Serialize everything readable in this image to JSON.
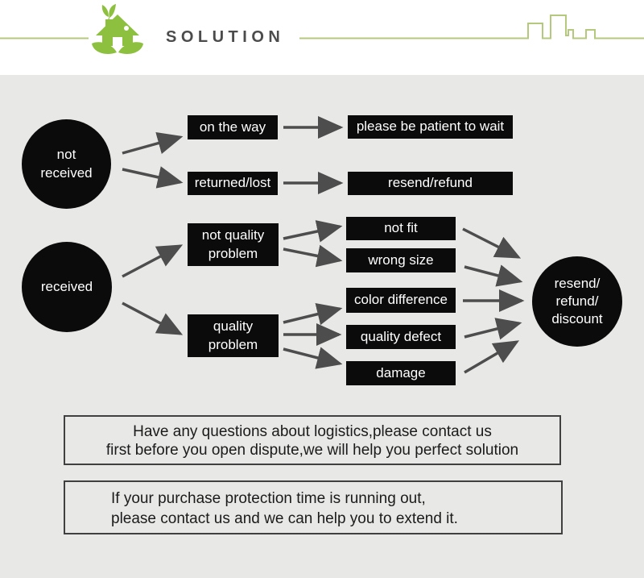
{
  "header": {
    "title": "SOLUTION",
    "logo": "eco-house-logo",
    "decoration": "city-skyline-line"
  },
  "colors": {
    "accent_green": "#8dc03e",
    "line_green": "#b4c97d",
    "canvas_bg": "#e8e8e6",
    "node_bg": "#0b0b0b",
    "node_text": "#ffffff",
    "arrow": "#4d4d4d",
    "title_text": "#4c4c4c",
    "note_border": "#404040"
  },
  "flowchart": {
    "nodes": {
      "not_received": "not\nreceived",
      "received": "received",
      "on_the_way": "on the way",
      "returned_lost": "returned/lost",
      "please_be_patient": "please be patient to wait",
      "resend_refund": "resend/refund",
      "not_quality_problem": "not quality\nproblem",
      "quality_problem": "quality\nproblem",
      "not_fit": "not fit",
      "wrong_size": "wrong size",
      "color_difference": "color difference",
      "quality_defect": "quality defect",
      "damage": "damage",
      "resend_refund_discount": "resend/\nrefund/\ndiscount"
    },
    "edges": [
      {
        "from": "not_received",
        "to": "on_the_way"
      },
      {
        "from": "not_received",
        "to": "returned_lost"
      },
      {
        "from": "on_the_way",
        "to": "please_be_patient"
      },
      {
        "from": "returned_lost",
        "to": "resend_refund"
      },
      {
        "from": "received",
        "to": "not_quality_problem"
      },
      {
        "from": "received",
        "to": "quality_problem"
      },
      {
        "from": "not_quality_problem",
        "to": "not_fit"
      },
      {
        "from": "not_quality_problem",
        "to": "wrong_size"
      },
      {
        "from": "quality_problem",
        "to": "color_difference"
      },
      {
        "from": "quality_problem",
        "to": "quality_defect"
      },
      {
        "from": "quality_problem",
        "to": "damage"
      },
      {
        "from": "not_fit",
        "to": "resend_refund_discount"
      },
      {
        "from": "wrong_size",
        "to": "resend_refund_discount"
      },
      {
        "from": "color_difference",
        "to": "resend_refund_discount"
      },
      {
        "from": "quality_defect",
        "to": "resend_refund_discount"
      },
      {
        "from": "damage",
        "to": "resend_refund_discount"
      }
    ]
  },
  "notes": [
    {
      "text": "Have any questions about logistics,please contact us\nfirst before you open dispute,we will help you perfect solution"
    },
    {
      "text": "If your purchase protection time is running out,\nplease contact us and we can help you to extend it."
    }
  ]
}
